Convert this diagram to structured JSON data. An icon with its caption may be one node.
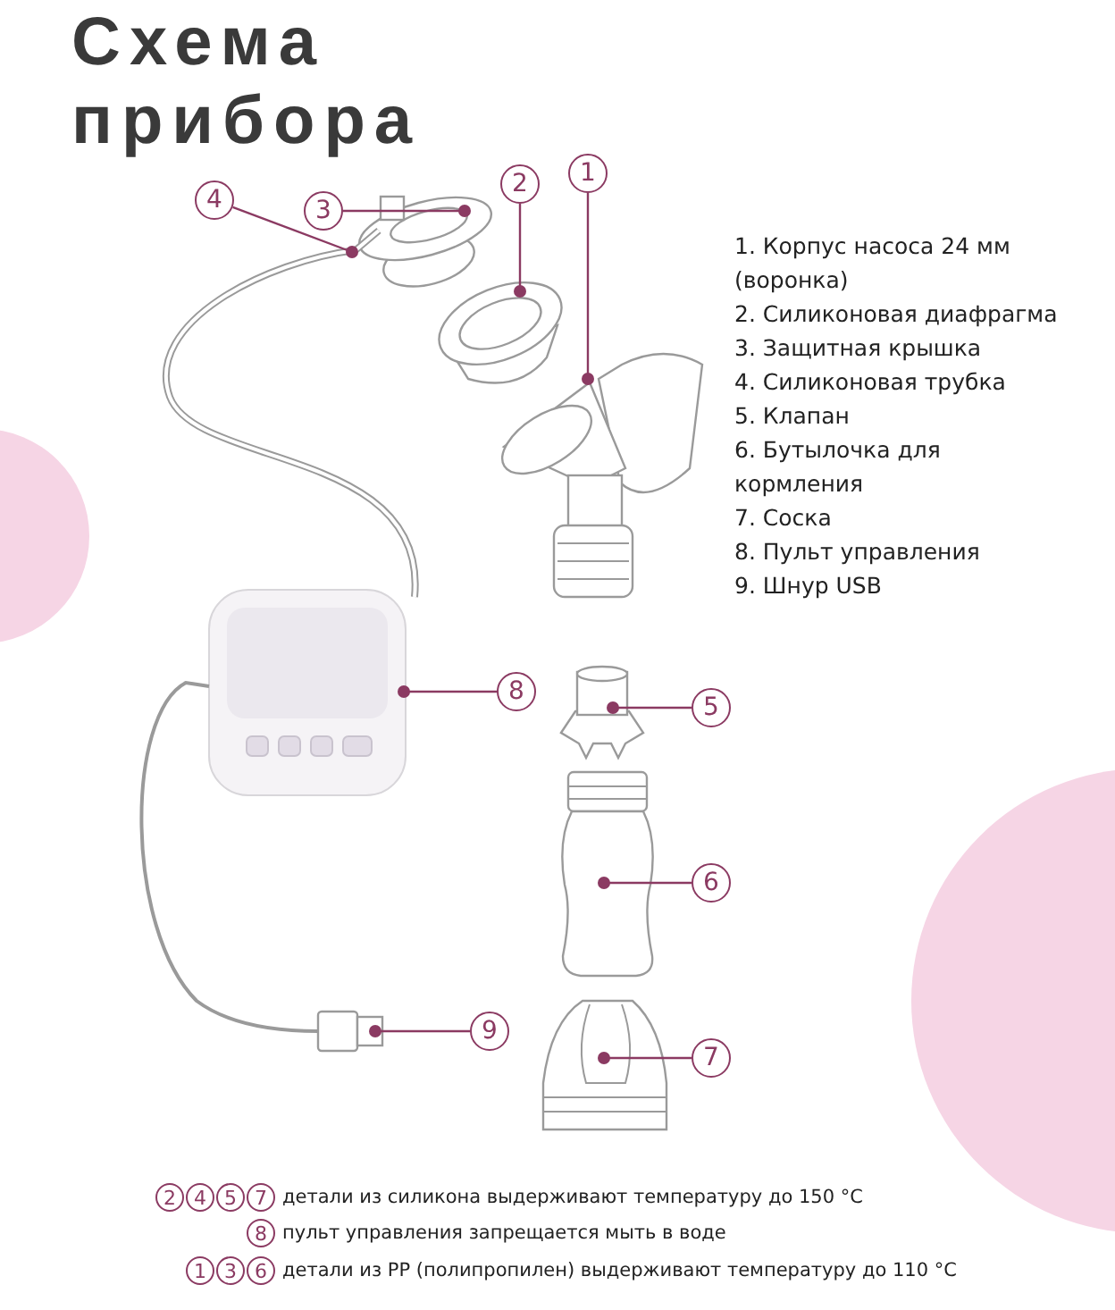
{
  "diagram": {
    "title": "Схема прибора",
    "nodes": [
      {
        "text": [
          "1"
        ]
      },
      {
        "text": [
          "2"
        ]
      },
      {
        "text": [
          "3"
        ]
      },
      {
        "text": [
          "4"
        ]
      },
      {
        "text": [
          "5"
        ]
      },
      {
        "text": [
          "6"
        ]
      },
      {
        "text": [
          "7"
        ]
      },
      {
        "text": [
          "8"
        ]
      },
      {
        "text": [
          "9"
        ]
      },
      {
        "text": [],
        "shape": "picture"
      },
      {
        "text": [],
        "shape": "picture"
      },
      {
        "text": [],
        "shape": "picture"
      },
      {
        "text": [],
        "shape": "picture"
      },
      {
        "text": [],
        "shape": "picture"
      },
      {
        "text": [],
        "shape": "picture"
      },
      {
        "text": [],
        "shape": "picture"
      },
      {
        "text": [],
        "shape": "picture"
      },
      {
        "text": [],
        "shape": "picture"
      },
      {
        "text": [
          "2"
        ]
      },
      {
        "text": [
          "4"
        ]
      },
      {
        "text": [
          "5"
        ]
      },
      {
        "text": [
          "7"
        ]
      },
      {
        "text": [
          "8"
        ]
      },
      {
        "text": [
          "1"
        ]
      },
      {
        "text": [
          "3"
        ]
      },
      {
        "text": [
          "6"
        ]
      }
    ],
    "edges": [
      {
        "from": 0,
        "to": 9,
        "arrow": "other"
      },
      {
        "from": 1,
        "to": 10,
        "arrow": "other"
      },
      {
        "from": 2,
        "to": 11,
        "arrow": "other"
      },
      {
        "from": 3,
        "to": 12,
        "arrow": "other"
      },
      {
        "from": 4,
        "to": 13,
        "arrow": "other"
      },
      {
        "from": 5,
        "to": 14,
        "arrow": "other"
      },
      {
        "from": 6,
        "to": 15,
        "arrow": "other"
      },
      {
        "from": 7,
        "to": 16,
        "arrow": "other"
      },
      {
        "from": 8,
        "to": 17,
        "arrow": "other"
      }
    ],
    "labels": [
      "1. Корпус насоса 24 мм (воронка)",
      "2. Силиконовая диафрагма",
      "3. Защитная крышка",
      "4. Силиконовая трубка",
      "5. Клапан",
      "6. Бутылочка для кормления",
      "7. Соска",
      "8. Пульт управления",
      "9. Шнур USB",
      "детали из силикона выдерживают температуру до 150 °С",
      "пульт управления запрещается мыть в воде",
      "детали из PP (полипропилен) выдерживают температуру до 110 °С"
    ]
  }
}
